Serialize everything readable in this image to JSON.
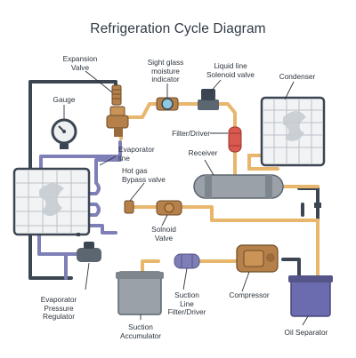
{
  "title": "Refrigeration Cycle Diagram",
  "labels": {
    "expansion_valve": "Expansion\nValve",
    "sight_glass": "Sight glass\nmoisture\nindicator",
    "liquid_line_solenoid": "Liquid line\nSolenoid valve",
    "condenser": "Condenser",
    "gauge": "Gauge",
    "filter_driver": "Filter/Driver",
    "evaporator_line": "Evaporator\nline",
    "receiver": "Receiver",
    "hot_gas_bypass": "Hot gas\nBypass valve",
    "solenoid_valve": "Solnoid\nValve",
    "evaporator_pressure_regulator": "Evaporator\nPressure\nRegulator",
    "suction_line_filter": "Suction\nLine\nFilter/Driver",
    "compressor": "Compressor",
    "suction_accumulator": "Suction\nAccumulator",
    "oil_separator": "Oil Separator"
  },
  "colors": {
    "liquid_line": "#e8b66d",
    "suction_line": "#7f7fb8",
    "dark_line": "#3b4652",
    "valve_brass": "#b5804a",
    "accumulator": "#9aa1a8",
    "oil_separator": "#6b6bb0",
    "filter_red": "#d9584f"
  }
}
